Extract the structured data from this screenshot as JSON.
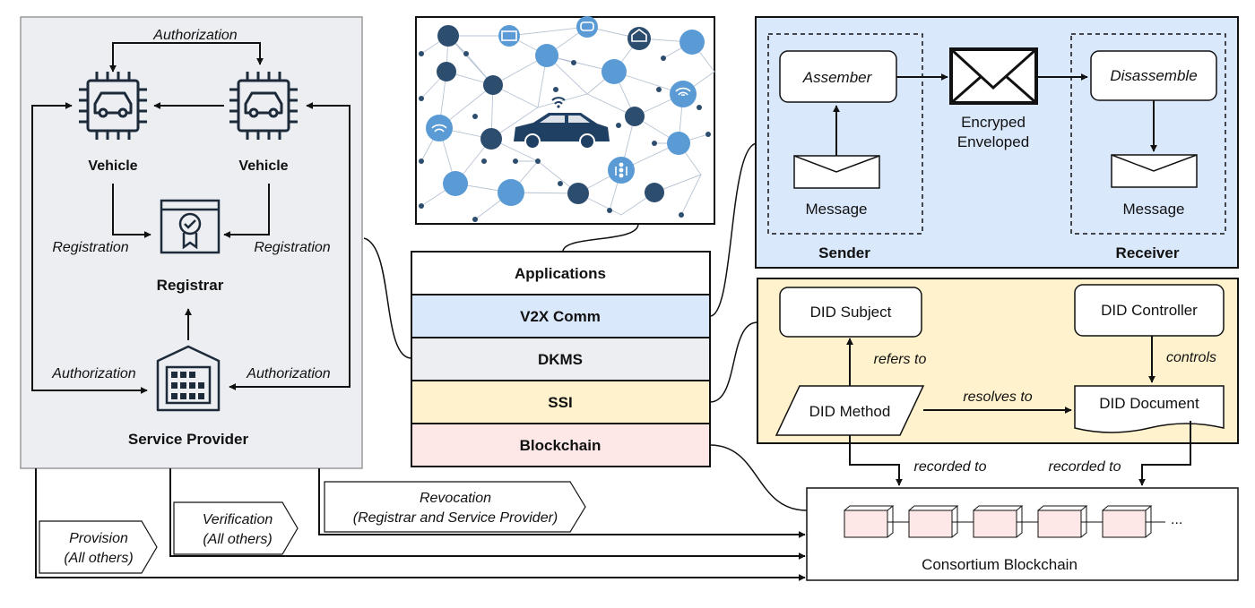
{
  "left_panel": {
    "top_arrow_label": "Authorization",
    "vehicle_left_label": "Vehicle",
    "vehicle_right_label": "Vehicle",
    "registration_left_label": "Registration",
    "registration_right_label": "Registration",
    "registrar_label": "Registrar",
    "authorization_left_label": "Authorization",
    "authorization_right_label": "Authorization",
    "service_provider_label": "Service Provider"
  },
  "flags": {
    "provision": [
      "Provision",
      "(All others)"
    ],
    "verification": [
      "Verification",
      "(All others)"
    ],
    "revocation": [
      "Revocation",
      "(Registrar and Service Provider)"
    ]
  },
  "stack": {
    "layers": [
      {
        "label": "Applications",
        "color": "#ffffff"
      },
      {
        "label": "V2X Comm",
        "color": "#dae8fc"
      },
      {
        "label": "DKMS",
        "color": "#eceef2"
      },
      {
        "label": "SSI",
        "color": "#fff2cc"
      },
      {
        "label": "Blockchain",
        "color": "#fde7e7"
      }
    ]
  },
  "v2x_panel": {
    "assember_label": "Assember",
    "disassemble_label": "Disassemble",
    "envelope_label": [
      "Encryped",
      "Enveloped"
    ],
    "message_left_label": "Message",
    "message_right_label": "Message",
    "sender_label": "Sender",
    "receiver_label": "Receiver",
    "color": "#dae8fc"
  },
  "ssi_panel": {
    "did_subject": "DID Subject",
    "did_controller": "DID Controller",
    "did_method": "DID Method",
    "did_document": "DID Document",
    "refers_to": "refers to",
    "controls": "controls",
    "resolves_to": "resolves to",
    "color": "#fff2cc"
  },
  "blockchain_panel": {
    "recorded_to_left": "recorded to",
    "recorded_to_right": "recorded to",
    "label": "Consortium Blockchain",
    "ellipsis": "...",
    "block_count": 5,
    "block_color": "#fde7e7"
  },
  "colors": {
    "left_panel_bg": "#eceef2",
    "node_dark": "#2c4d6e",
    "node_light": "#5b9bd5",
    "car": "#1f3f63"
  },
  "icons": [
    "vehicle-chip-icon",
    "certificate-icon",
    "building-icon",
    "envelope-icon",
    "car-network-illustration"
  ]
}
